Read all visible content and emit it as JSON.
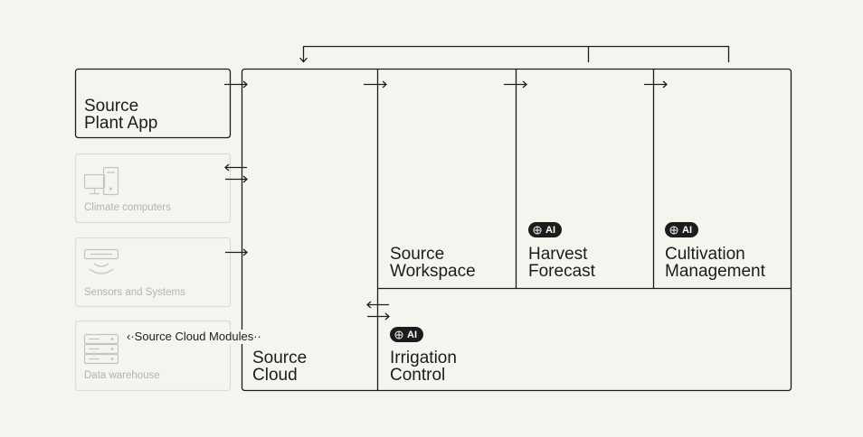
{
  "plant_app": {
    "line1": "Source",
    "line2": "Plant App"
  },
  "inputs": [
    {
      "label": "Climate computers",
      "icon": "computer-icon"
    },
    {
      "label": "Sensors and Systems",
      "icon": "sensor-icon"
    },
    {
      "label": "Data warehouse",
      "icon": "server-rack-icon"
    }
  ],
  "cloud": {
    "line1": "Source",
    "line2": "Cloud",
    "modules_label": "Source Cloud Modules"
  },
  "modules": [
    {
      "line1": "Source",
      "line2": "Workspace",
      "ai": false
    },
    {
      "line1": "Harvest",
      "line2": "Forecast",
      "ai": true
    },
    {
      "line1": "Cultivation",
      "line2": "Management",
      "ai": true
    },
    {
      "line1": "Irrigation",
      "line2": "Control",
      "ai": true
    }
  ],
  "ai_badge": "AI",
  "colors": {
    "background": "#f5f5f0",
    "ink": "#1c1c1c",
    "muted_border": "#dcdcd4",
    "muted_icon": "#c4c4bd",
    "muted_text": "#b4b4ae"
  }
}
